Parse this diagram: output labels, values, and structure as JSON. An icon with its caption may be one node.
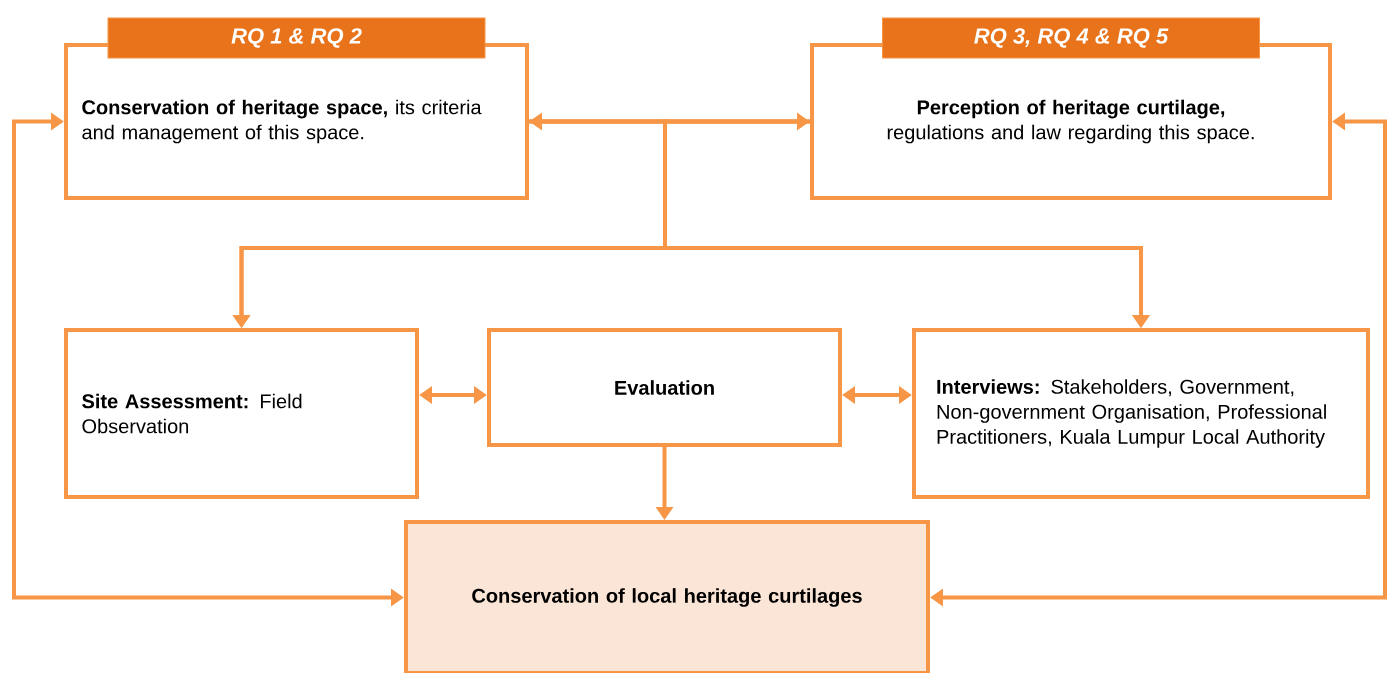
{
  "diagram": {
    "nodes": [
      {
        "text": [
          "RQ 1 & RQ 2",
          "**Conservation of heritage space,** its criteria and management of this space."
        ]
      },
      {
        "text": [
          "RQ 3, RQ 4 & RQ 5",
          "**Perception of heritage curtilage,** regulations and law regarding this space."
        ]
      },
      {
        "text": [
          "**Site Assessment:** Field Observation"
        ]
      },
      {
        "text": [
          "Evaluation"
        ]
      },
      {
        "text": [
          "**Interviews:** Stakeholders, Government, Non-government Organisation, Professional Practitioners, Kuala Lumpur Local Authority"
        ]
      },
      {
        "text": [
          "Conservation of local heritage curtilages"
        ]
      }
    ],
    "edges": [
      {
        "from": 0,
        "to": 1,
        "arrow": "both"
      },
      {
        "from": 0,
        "to": 2,
        "arrow": "to"
      },
      {
        "from": 0,
        "to": 4,
        "arrow": "to"
      },
      {
        "from": 1,
        "to": 2,
        "arrow": "to"
      },
      {
        "from": 1,
        "to": 4,
        "arrow": "to"
      },
      {
        "from": 2,
        "to": 3,
        "arrow": "both"
      },
      {
        "from": 3,
        "to": 4,
        "arrow": "both"
      },
      {
        "from": 3,
        "to": 5,
        "arrow": "to"
      },
      {
        "from": 5,
        "to": 0,
        "arrow": "both"
      },
      {
        "from": 5,
        "to": 1,
        "arrow": "both"
      }
    ]
  }
}
